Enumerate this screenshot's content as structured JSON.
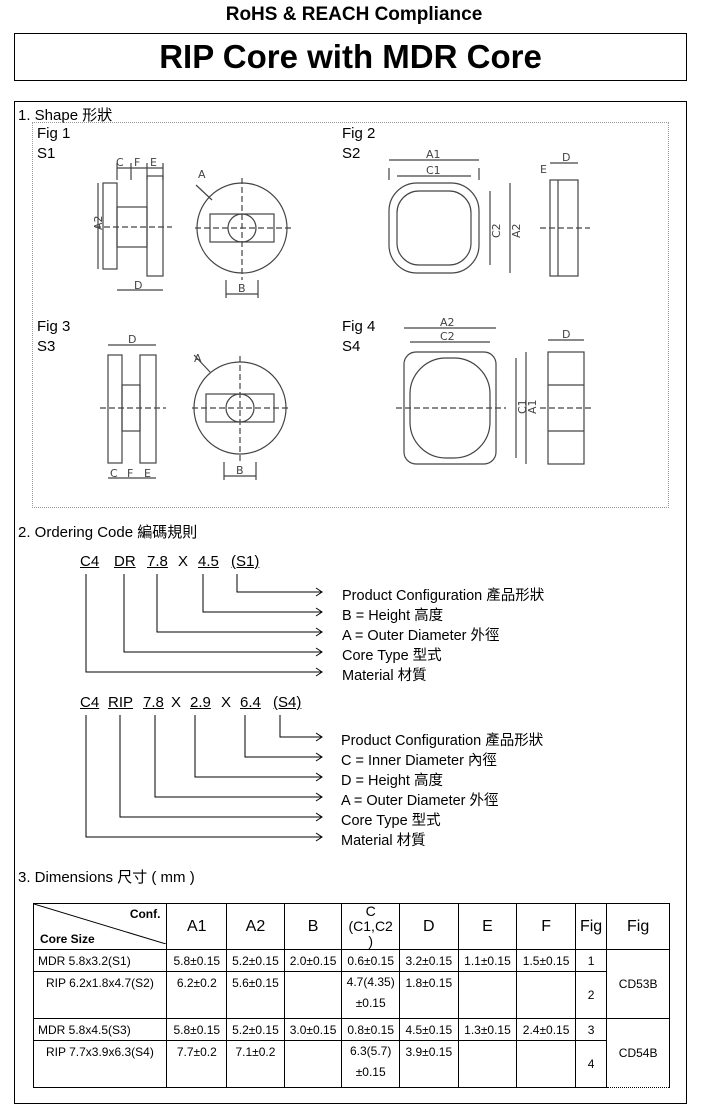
{
  "header": {
    "compliance": "RoHS & REACH Compliance",
    "title": "RIP Core with MDR Core"
  },
  "section1": {
    "heading": "1. Shape 形狀",
    "figures": [
      {
        "label": "Fig 1",
        "code": "S1",
        "dims": [
          "C",
          "F",
          "E",
          "A2",
          "A",
          "D",
          "B"
        ]
      },
      {
        "label": "Fig 2",
        "code": "S2",
        "dims": [
          "A1",
          "C1",
          "E",
          "D",
          "C2",
          "A2"
        ]
      },
      {
        "label": "Fig 3",
        "code": "S3",
        "dims": [
          "D",
          "A",
          "C",
          "F",
          "E",
          "B"
        ]
      },
      {
        "label": "Fig 4",
        "code": "S4",
        "dims": [
          "A2",
          "C2",
          "D",
          "C1",
          "A1"
        ]
      }
    ]
  },
  "section2": {
    "heading": "2. Ordering Code 編碼規則",
    "code1": {
      "parts": [
        "C4",
        "DR",
        "7.8",
        "X",
        "4.5",
        "(S1)"
      ],
      "descriptions": [
        "Product Configuration  產品形狀",
        "B = Height 高度",
        "A = Outer Diameter 外徑",
        "Core Type 型式",
        "Material  材質"
      ]
    },
    "code2": {
      "parts": [
        "C4",
        "RIP",
        "7.8",
        "X",
        "2.9",
        "X",
        "6.4",
        "(S4)"
      ],
      "descriptions": [
        "Product Configuration  產品形狀",
        "C = Inner Diameter  內徑",
        "D = Height 高度",
        "A = Outer Diameter 外徑",
        "Core Type 型式",
        "Material  材質"
      ]
    }
  },
  "section3": {
    "heading": "3. Dimensions 尺寸 ( mm )",
    "table": {
      "corner_conf": "Conf.",
      "corner_size": "Core Size",
      "headers": [
        "A1",
        "A2",
        "B",
        "C\n(C1,C2\n)",
        "D",
        "E",
        "F",
        "Fig",
        "Fig"
      ],
      "rows": [
        [
          "MDR 5.8x3.2(S1)",
          "5.8±0.15",
          "5.2±0.15",
          "2.0±0.15",
          "0.6±0.15",
          "3.2±0.15",
          "1.1±0.15",
          "1.5±0.15",
          "1"
        ],
        [
          "RIP 6.2x1.8x4.7(S2)",
          "6.2±0.2",
          "5.6±0.15",
          "",
          "4.7(4.35)\n±0.15",
          "1.8±0.15",
          "",
          "",
          "2"
        ],
        [
          "MDR 5.8x4.5(S3)",
          "5.8±0.15",
          "5.2±0.15",
          "3.0±0.15",
          "0.8±0.15",
          "4.5±0.15",
          "1.3±0.15",
          "2.4±0.15",
          "3"
        ],
        [
          "RIP 7.7x3.9x6.3(S4)",
          "7.7±0.2",
          "7.1±0.2",
          "",
          "6.3(5.7)\n±0.15",
          "3.9±0.15",
          "",
          "",
          "4"
        ]
      ],
      "groups": [
        "CD53B",
        "CD54B"
      ]
    }
  }
}
